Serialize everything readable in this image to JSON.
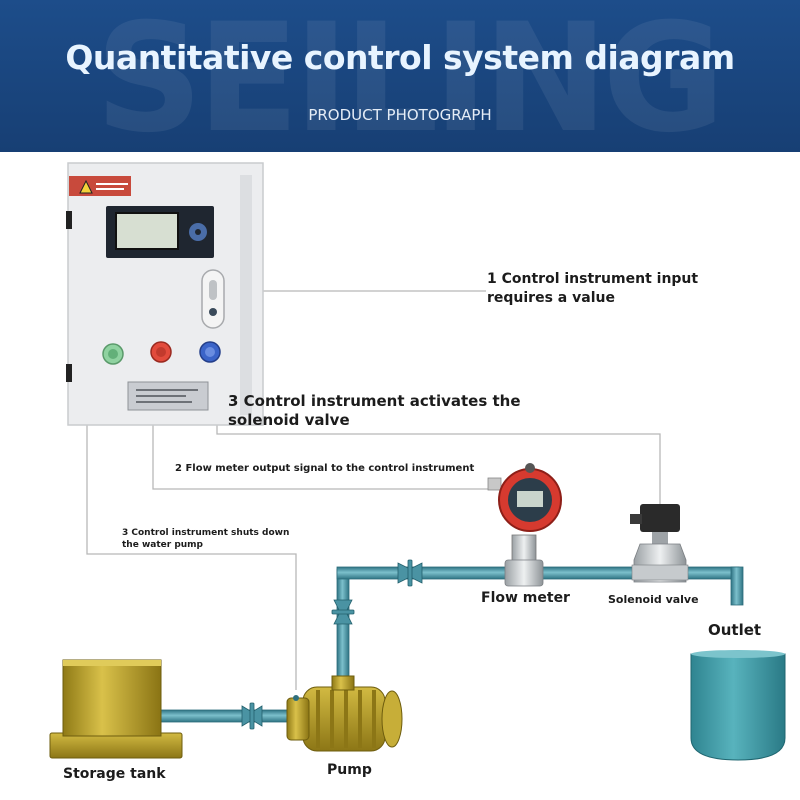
{
  "header": {
    "watermark": "SEILING",
    "title": "Quantitative control system diagram",
    "subtitle": "PRODUCT PHOTOGRAPH"
  },
  "annotations": {
    "input_line1": "1 Control instrument input",
    "input_line2": "requires a value",
    "activate_line1": "3 Control instrument activates the",
    "activate_line2": "solenoid valve",
    "flow_signal": "2 Flow meter output signal to the control instrument",
    "shutdown_line1": "3 Control instrument shuts down",
    "shutdown_line2": "the water pump"
  },
  "components": {
    "flow_meter": "Flow meter",
    "solenoid_valve": "Solenoid valve",
    "outlet": "Outlet",
    "storage_tank": "Storage tank",
    "pump": "Pump"
  },
  "colors": {
    "header_bg": "#1d4d8a",
    "pipe": "#4b96a8",
    "pump_tank": "#bfa52c",
    "outlet_tank": "#3e9aa6"
  }
}
